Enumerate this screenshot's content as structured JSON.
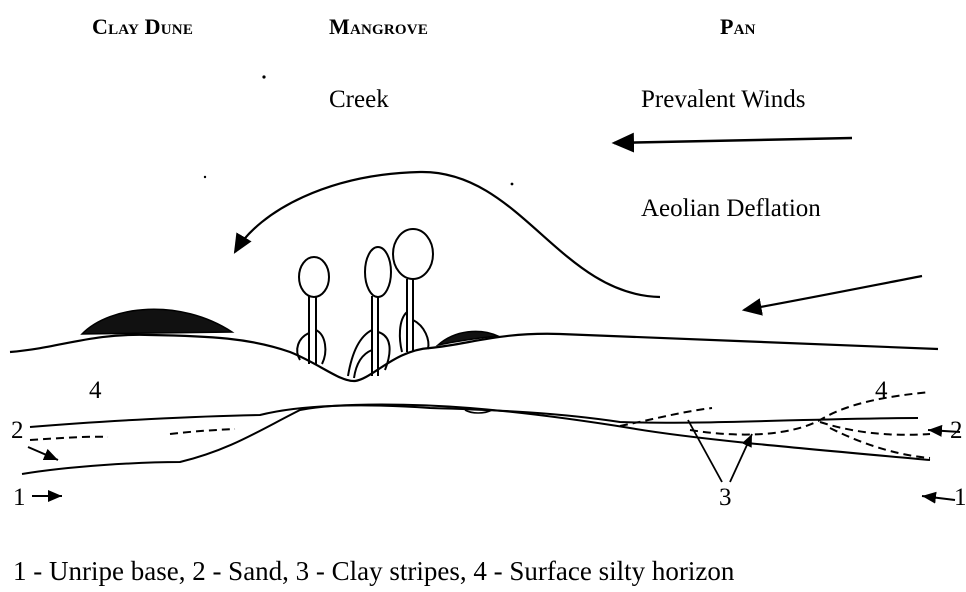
{
  "zones": {
    "clay_dune": "Clay Dune",
    "mangrove": "Mangrove",
    "pan": "Pan"
  },
  "labels": {
    "creek": "Creek",
    "prevalent_winds": "Prevalent Winds",
    "aeolian_deflation": "Aeolian Deflation"
  },
  "markers": {
    "left_horizon": "4",
    "right_horizon": "4",
    "left_sand": "2",
    "right_sand": "2",
    "clay_stripes": "3",
    "left_base": "1",
    "right_base": "1"
  },
  "legend": "1 - Unripe base, 2 - Sand, 3 - Clay stripes, 4 - Surface silty horizon"
}
